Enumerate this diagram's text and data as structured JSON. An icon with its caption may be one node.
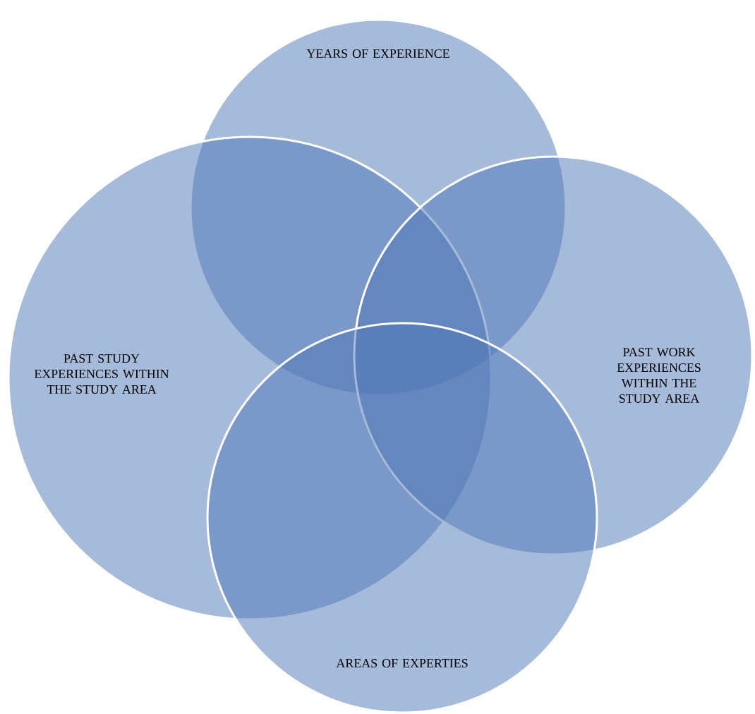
{
  "diagram": {
    "nodes": [
      {
        "text": [
          "YEARS OF EXPERIENCE"
        ]
      },
      {
        "text": [
          "PAST STUDY EXPERIENCES WITHIN THE STUDY AREA"
        ]
      },
      {
        "text": [
          "PAST WORK EXPERIENCES WITHIN THE STUDY AREA"
        ]
      },
      {
        "text": [
          "AREAS OF EXPERTIES"
        ]
      }
    ]
  }
}
